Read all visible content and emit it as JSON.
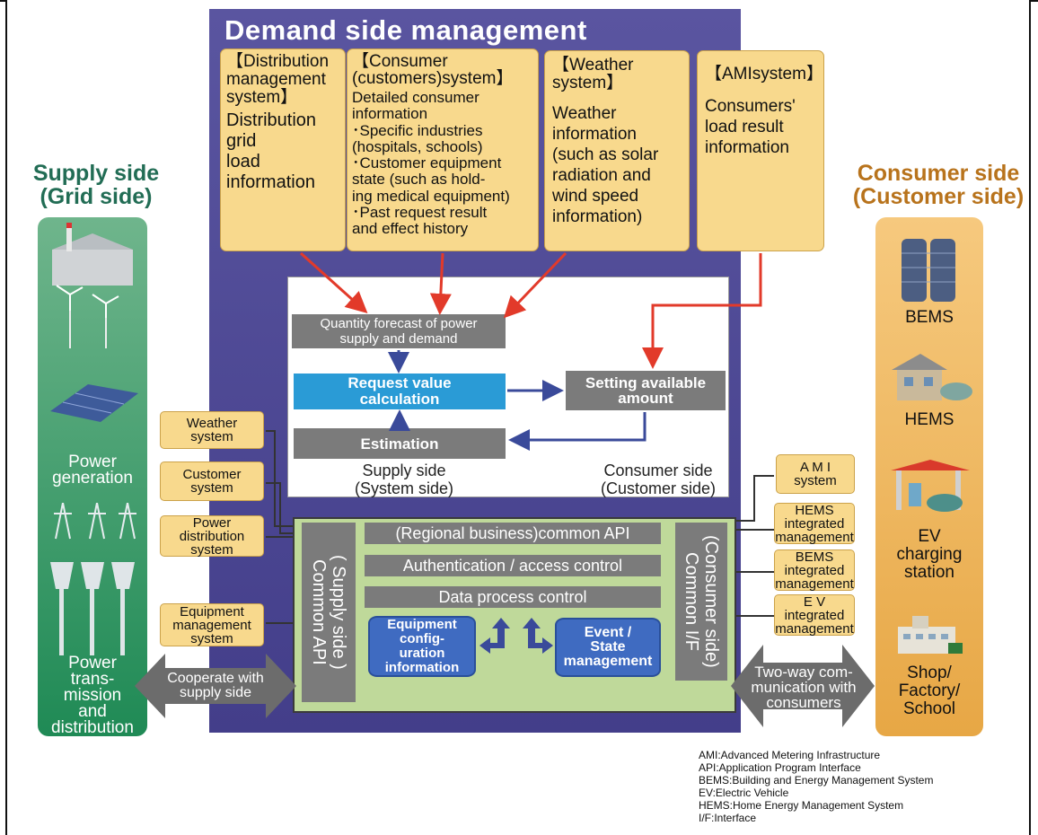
{
  "title": "Demand side management",
  "sources": [
    {
      "header": "【Distribution\n management\n system】",
      "text": "Distribution\ngrid\nload\ninformation"
    },
    {
      "header": "【Consumer\n (customers)system】",
      "text": "Detailed consumer\ninformation\n･Specific industries\n (hospitals, schools)\n･Customer equipment\n state (such as hold-\n ing medical equipment)\n･Past request result\n and effect history"
    },
    {
      "header": "【Weather\n system】",
      "text": "Weather\ninformation\n(such as solar\nradiation and\nwind speed\ninformation)"
    },
    {
      "header": "【AMIsystem】",
      "text": "Consumers'\nload result\ninformation"
    }
  ],
  "process": {
    "forecast": "Quantity forecast of power\nsupply and demand",
    "request": "Request value\ncalculation",
    "setting": "Setting available\namount",
    "estimation": "Estimation",
    "supply_label": "Supply side\n(System side)",
    "consumer_label": "Consumer side\n(Customer side)"
  },
  "platform": {
    "left_strip": "( Supply side )\nCommon API",
    "right_strip": "(Consumer side)\nCommon I/F",
    "bars": [
      "(Regional business)common API",
      "Authentication / access control",
      "Data process control"
    ],
    "equipment": "Equipment\nconfig-\nuration\ninformation",
    "event": "Event /\nState\nmanagement"
  },
  "supply": {
    "heading": "Supply side\n(Grid side)",
    "generation": "Power\ngeneration",
    "transmission": "Power\ntrans-\nmission\nand\ndistribution",
    "systems": [
      "Weather\nsystem",
      "Customer\nsystem",
      "Power\ndistribution\nsystem",
      "Equipment\nmanagement\nsystem"
    ],
    "cooperate": "Cooperate with\nsupply side"
  },
  "consumer": {
    "heading": "Consumer side\n(Customer side)",
    "items": [
      "BEMS",
      "HEMS",
      "EV\ncharging\nstation",
      "Shop/\nFactory/\nSchool"
    ],
    "systems": [
      "A M I\nsystem",
      "HEMS\nintegrated\nmanagement",
      "BEMS\nintegrated\nmanagement",
      "E V\nintegrated\nmanagement"
    ],
    "twoway": "Two-way com-\nmunication with\nconsumers"
  },
  "legend": "AMI:Advanced Metering Infrastructure\nAPI:Application Program Interface\nBEMS:Building and Energy Management System\nEV:Electric Vehicle\nHEMS:Home Energy Management System\nI/F:Interface",
  "colors": {
    "dsm": "#4a4592",
    "source_box": "#f8d98d",
    "arrow_red": "#e23a2a",
    "arrow_blue": "#3a4a9a",
    "platform": "#bfd99a"
  }
}
